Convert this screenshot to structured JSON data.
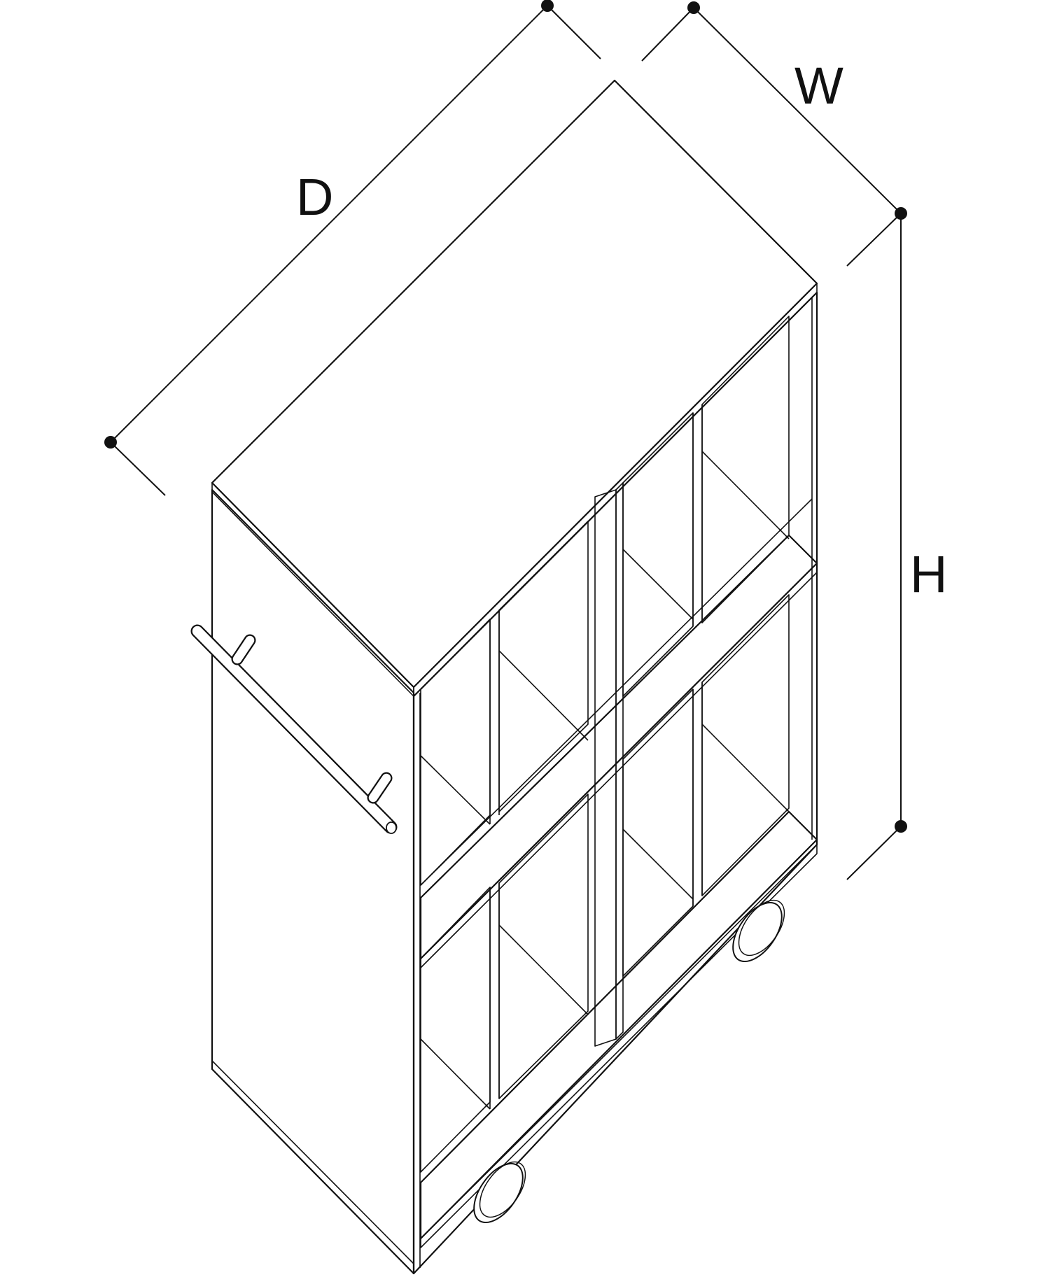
{
  "diagram": {
    "dimensions": {
      "depth_label": "D",
      "width_label": "W",
      "height_label": "H"
    },
    "colors": {
      "panel_fill": "#dcdcdc",
      "line": "#111111",
      "background": "#ffffff"
    }
  }
}
